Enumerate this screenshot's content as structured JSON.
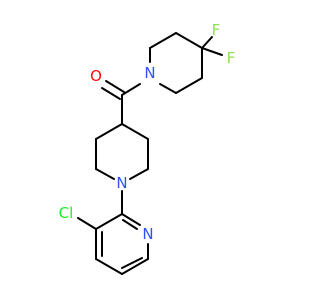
{
  "molecule": {
    "atoms": {
      "O": "O",
      "N1": "N",
      "F1": "F",
      "F2": "F",
      "N2": "N",
      "Cl": "Cl",
      "N3": "N"
    }
  },
  "colors": {
    "bond": "#000000",
    "O": "#ff0d0d",
    "N": "#3050f8",
    "F": "#90e050",
    "Cl": "#1ff01f",
    "background": "#ffffff"
  }
}
